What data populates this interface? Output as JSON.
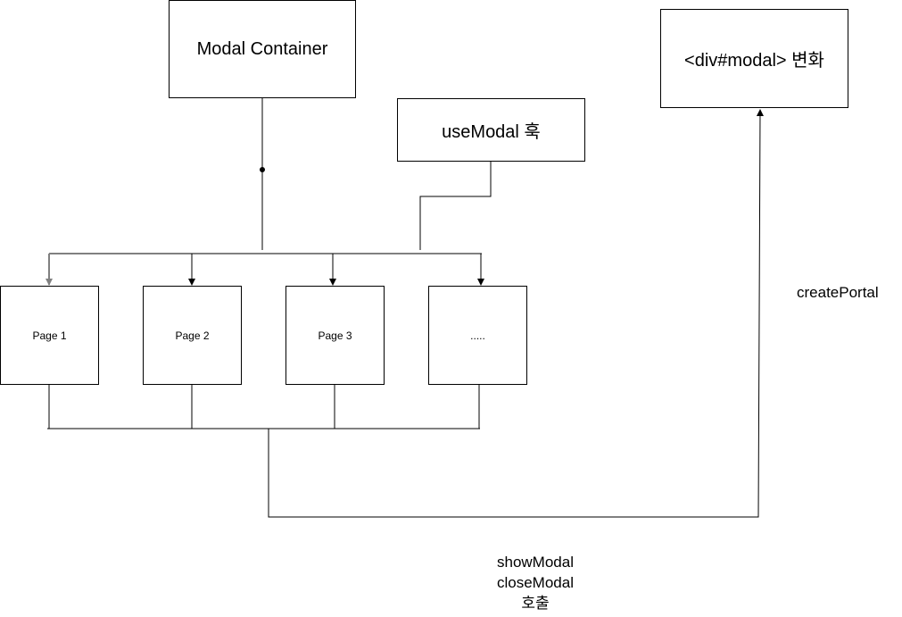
{
  "nodes": {
    "modal_container": "Modal Container",
    "use_modal_hook": "useModal 훅",
    "div_modal_change": "<div#modal> 변화",
    "pages": [
      "Page 1",
      "Page 2",
      "Page 3",
      "....."
    ]
  },
  "edge_labels": {
    "create_portal": "createPortal",
    "call_lines": [
      "showModal",
      "closeModal",
      "호출"
    ]
  },
  "colors": {
    "line": "#000000",
    "bus_line": "#808080",
    "background": "#ffffff"
  }
}
